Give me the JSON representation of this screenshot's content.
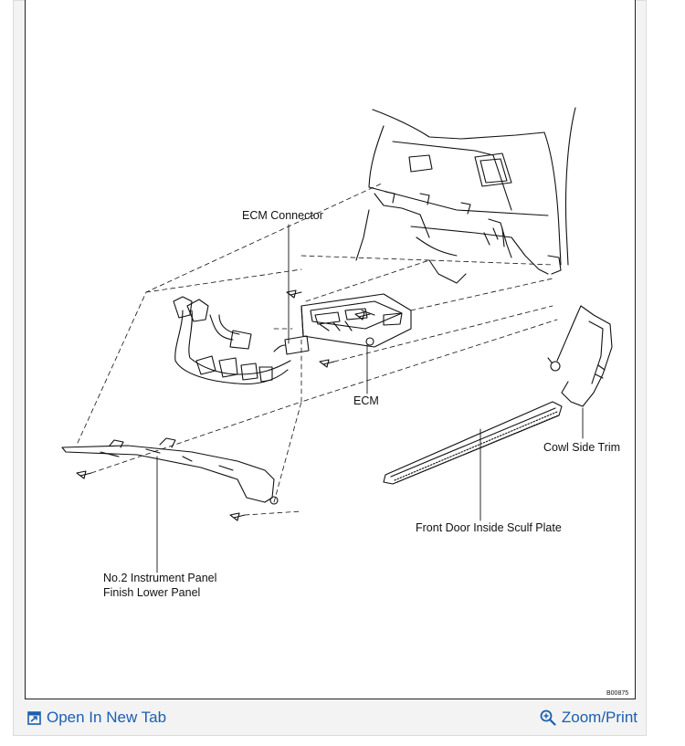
{
  "diagram": {
    "labels": {
      "ecm_connector": "ECM Connector",
      "ecm": "ECM",
      "cowl_side_trim": "Cowl Side Trim",
      "sculf_plate": "Front Door Inside Sculf Plate",
      "panel_line1": "No.2 Instrument Panel",
      "panel_line2": "Finish Lower Panel"
    },
    "figure_code": "B00875"
  },
  "footer": {
    "open_tab_label": "Open In New Tab",
    "zoom_label": "Zoom/Print",
    "link_color": "#1c5fb0"
  }
}
